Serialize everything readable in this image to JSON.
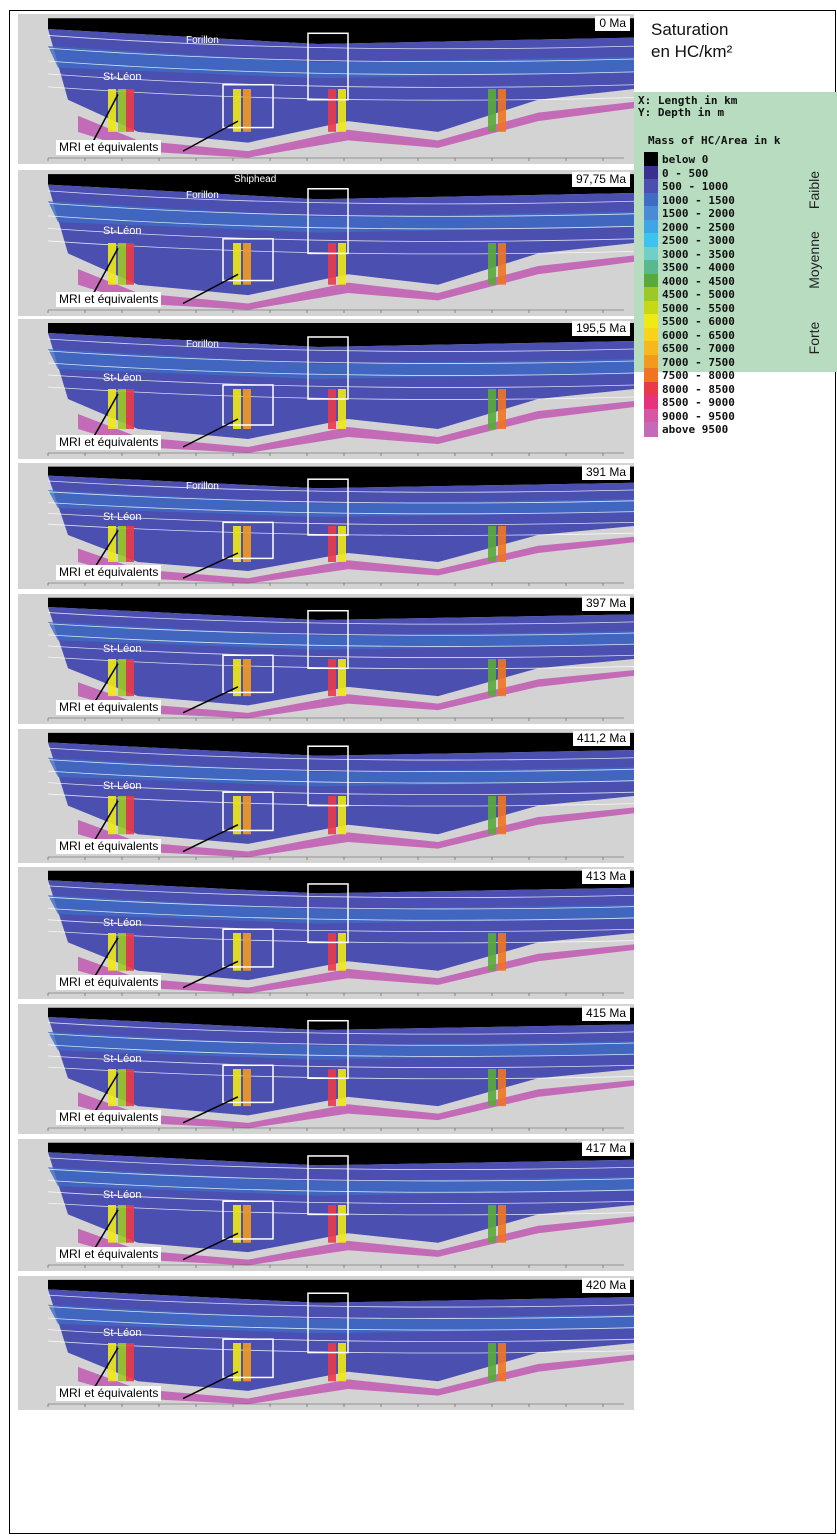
{
  "panels": [
    {
      "age": "0 Ma",
      "st_leon": "St-Léon",
      "forillon": "Forillon",
      "shiphead": "",
      "mri": "MRI et équivalents"
    },
    {
      "age": "97,75 Ma",
      "st_leon": "St-Léon",
      "forillon": "Forillon",
      "shiphead": "Shiphead",
      "mri": "MRI et équivalents"
    },
    {
      "age": "195,5 Ma",
      "st_leon": "St-Léon",
      "forillon": "Forillon",
      "shiphead": "",
      "mri": "MRI et équivalents"
    },
    {
      "age": "391 Ma",
      "st_leon": "St-Léon",
      "forillon": "Forillon",
      "shiphead": "",
      "mri": "MRI et équivalents"
    },
    {
      "age": "397 Ma",
      "st_leon": "St-Léon",
      "forillon": "",
      "shiphead": "",
      "mri": "MRI et équivalents"
    },
    {
      "age": "411,2 Ma",
      "st_leon": "St-Léon",
      "forillon": "",
      "shiphead": "",
      "mri": "MRI et équivalents"
    },
    {
      "age": "413 Ma",
      "st_leon": "St-Léon",
      "forillon": "",
      "shiphead": "",
      "mri": "MRI et équivalents"
    },
    {
      "age": "415 Ma",
      "st_leon": "St-Léon",
      "forillon": "",
      "shiphead": "",
      "mri": "MRI et équivalents"
    },
    {
      "age": "417 Ma",
      "st_leon": "St-Léon",
      "forillon": "",
      "shiphead": "",
      "mri": "MRI et équivalents"
    },
    {
      "age": "420 Ma",
      "st_leon": "St-Léon",
      "forillon": "",
      "shiphead": "",
      "mri": "MRI et équivalents"
    }
  ],
  "legend": {
    "title_line1": "Saturation",
    "title_line2": "en HC/km²",
    "x_label": "X: Length in km",
    "y_label": "Y: Depth in m",
    "mass_label": "Mass of HC/Area in k",
    "categories": {
      "faible": "Faible",
      "moyenne": "Moyenne",
      "forte": "Forte"
    },
    "entries": [
      {
        "label": "below 0",
        "color": "#000000"
      },
      {
        "label": "0 - 500",
        "color": "#3a2f8f"
      },
      {
        "label": "500 - 1000",
        "color": "#4a4fb0"
      },
      {
        "label": "1000 - 1500",
        "color": "#3f6cc4"
      },
      {
        "label": "1500 - 2000",
        "color": "#4a8bd8"
      },
      {
        "label": "2000 - 2500",
        "color": "#3fa6e6"
      },
      {
        "label": "2500 - 3000",
        "color": "#3cc4ef"
      },
      {
        "label": "3000 - 3500",
        "color": "#6fd0c8"
      },
      {
        "label": "3500 - 4000",
        "color": "#59b890"
      },
      {
        "label": "4000 - 4500",
        "color": "#5aaa3a"
      },
      {
        "label": "4500 - 5000",
        "color": "#9cc928"
      },
      {
        "label": "5000 - 5500",
        "color": "#c9d814"
      },
      {
        "label": "5500 - 6000",
        "color": "#f0e914"
      },
      {
        "label": "6000 - 6500",
        "color": "#f9d21a"
      },
      {
        "label": "6500 - 7000",
        "color": "#f7b81c"
      },
      {
        "label": "7000 - 7500",
        "color": "#f39a1d"
      },
      {
        "label": "7500 - 8000",
        "color": "#ef7424"
      },
      {
        "label": "8000 - 8500",
        "color": "#ea3a4a"
      },
      {
        "label": "8500 - 9000",
        "color": "#e6337c"
      },
      {
        "label": "9000 - 9500",
        "color": "#d656a6"
      },
      {
        "label": "above 9500",
        "color": "#c46bb8"
      }
    ]
  }
}
